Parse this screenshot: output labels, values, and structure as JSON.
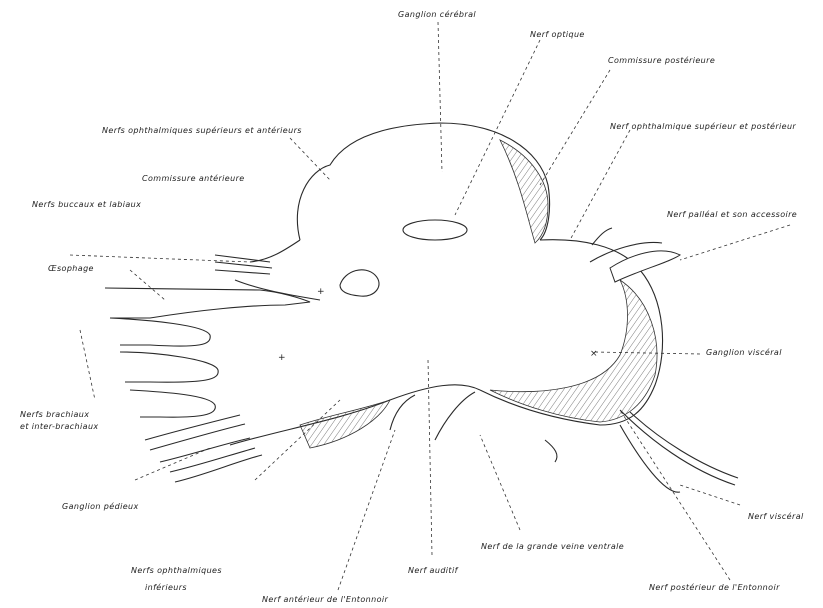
{
  "labels": {
    "ganglion_cerebral": "Ganglion cérébral",
    "nerf_optique": "Nerf optique",
    "commissure_posterieure": "Commissure postérieure",
    "nerfs_ophthalmiques_sup_ant": "Nerfs ophthalmiques supérieurs et antérieurs",
    "nerf_ophthalmique_sup_post": "Nerf ophthalmique supérieur et postérieur",
    "commissure_anterieure": "Commissure antérieure",
    "nerfs_buccaux": "Nerfs buccaux et labiaux",
    "nerf_palleal": "Nerf palléal et son accessoire",
    "oesophage": "Œsophage",
    "ganglion_visceral": "Ganglion viscéral",
    "nerfs_brachiaux_1": "Nerfs brachiaux",
    "nerfs_brachiaux_2": "et inter-brachiaux",
    "ganglion_pedieux": "Ganglion pédieux",
    "nerf_visceral": "Nerf viscéral",
    "nerf_grande_veine": "Nerf de la grande veine ventrale",
    "nerfs_ophth_inf_1": "Nerfs ophthalmiques",
    "nerfs_ophth_inf_2": "inférieurs",
    "nerf_auditif": "Nerf auditif",
    "nerf_ant_entonnoir": "Nerf antérieur de l'Entonnoir",
    "nerf_post_entonnoir": "Nerf postérieur de l'Entonnoir"
  }
}
